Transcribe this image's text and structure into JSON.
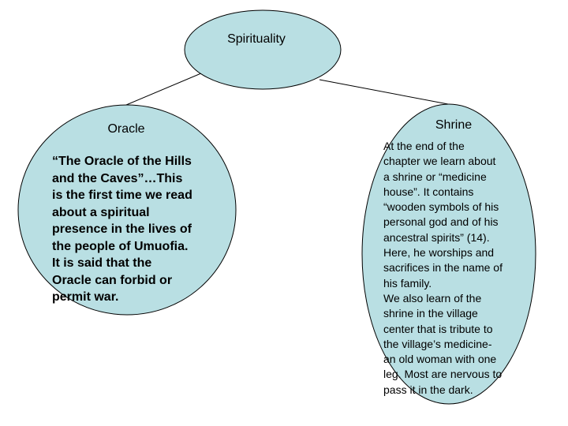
{
  "root": {
    "label": "Spirituality"
  },
  "left": {
    "title": "Oracle",
    "body": "“The Oracle of the Hills\nand the Caves”…This\nis the first time we read\nabout a spiritual\npresence in the lives of\nthe people of Umuofia.\nIt is said that the\nOracle can forbid or\npermit war."
  },
  "right": {
    "title": "Shrine",
    "body": "At the end of the\nchapter we learn about\na shrine or “medicine\nhouse”. It contains\n“wooden symbols of his\npersonal god and of his\nancestral spirits” (14).\nHere, he worships and\nsacrifices in the name of\nhis family.\nWe also learn of the\nshrine in the village\ncenter that is tribute to\nthe village’s medicine-\nan old woman with one\nleg. Most are nervous to\npass it in the dark."
  },
  "colors": {
    "node_fill": "#b9dfe3",
    "stroke": "#000000"
  }
}
